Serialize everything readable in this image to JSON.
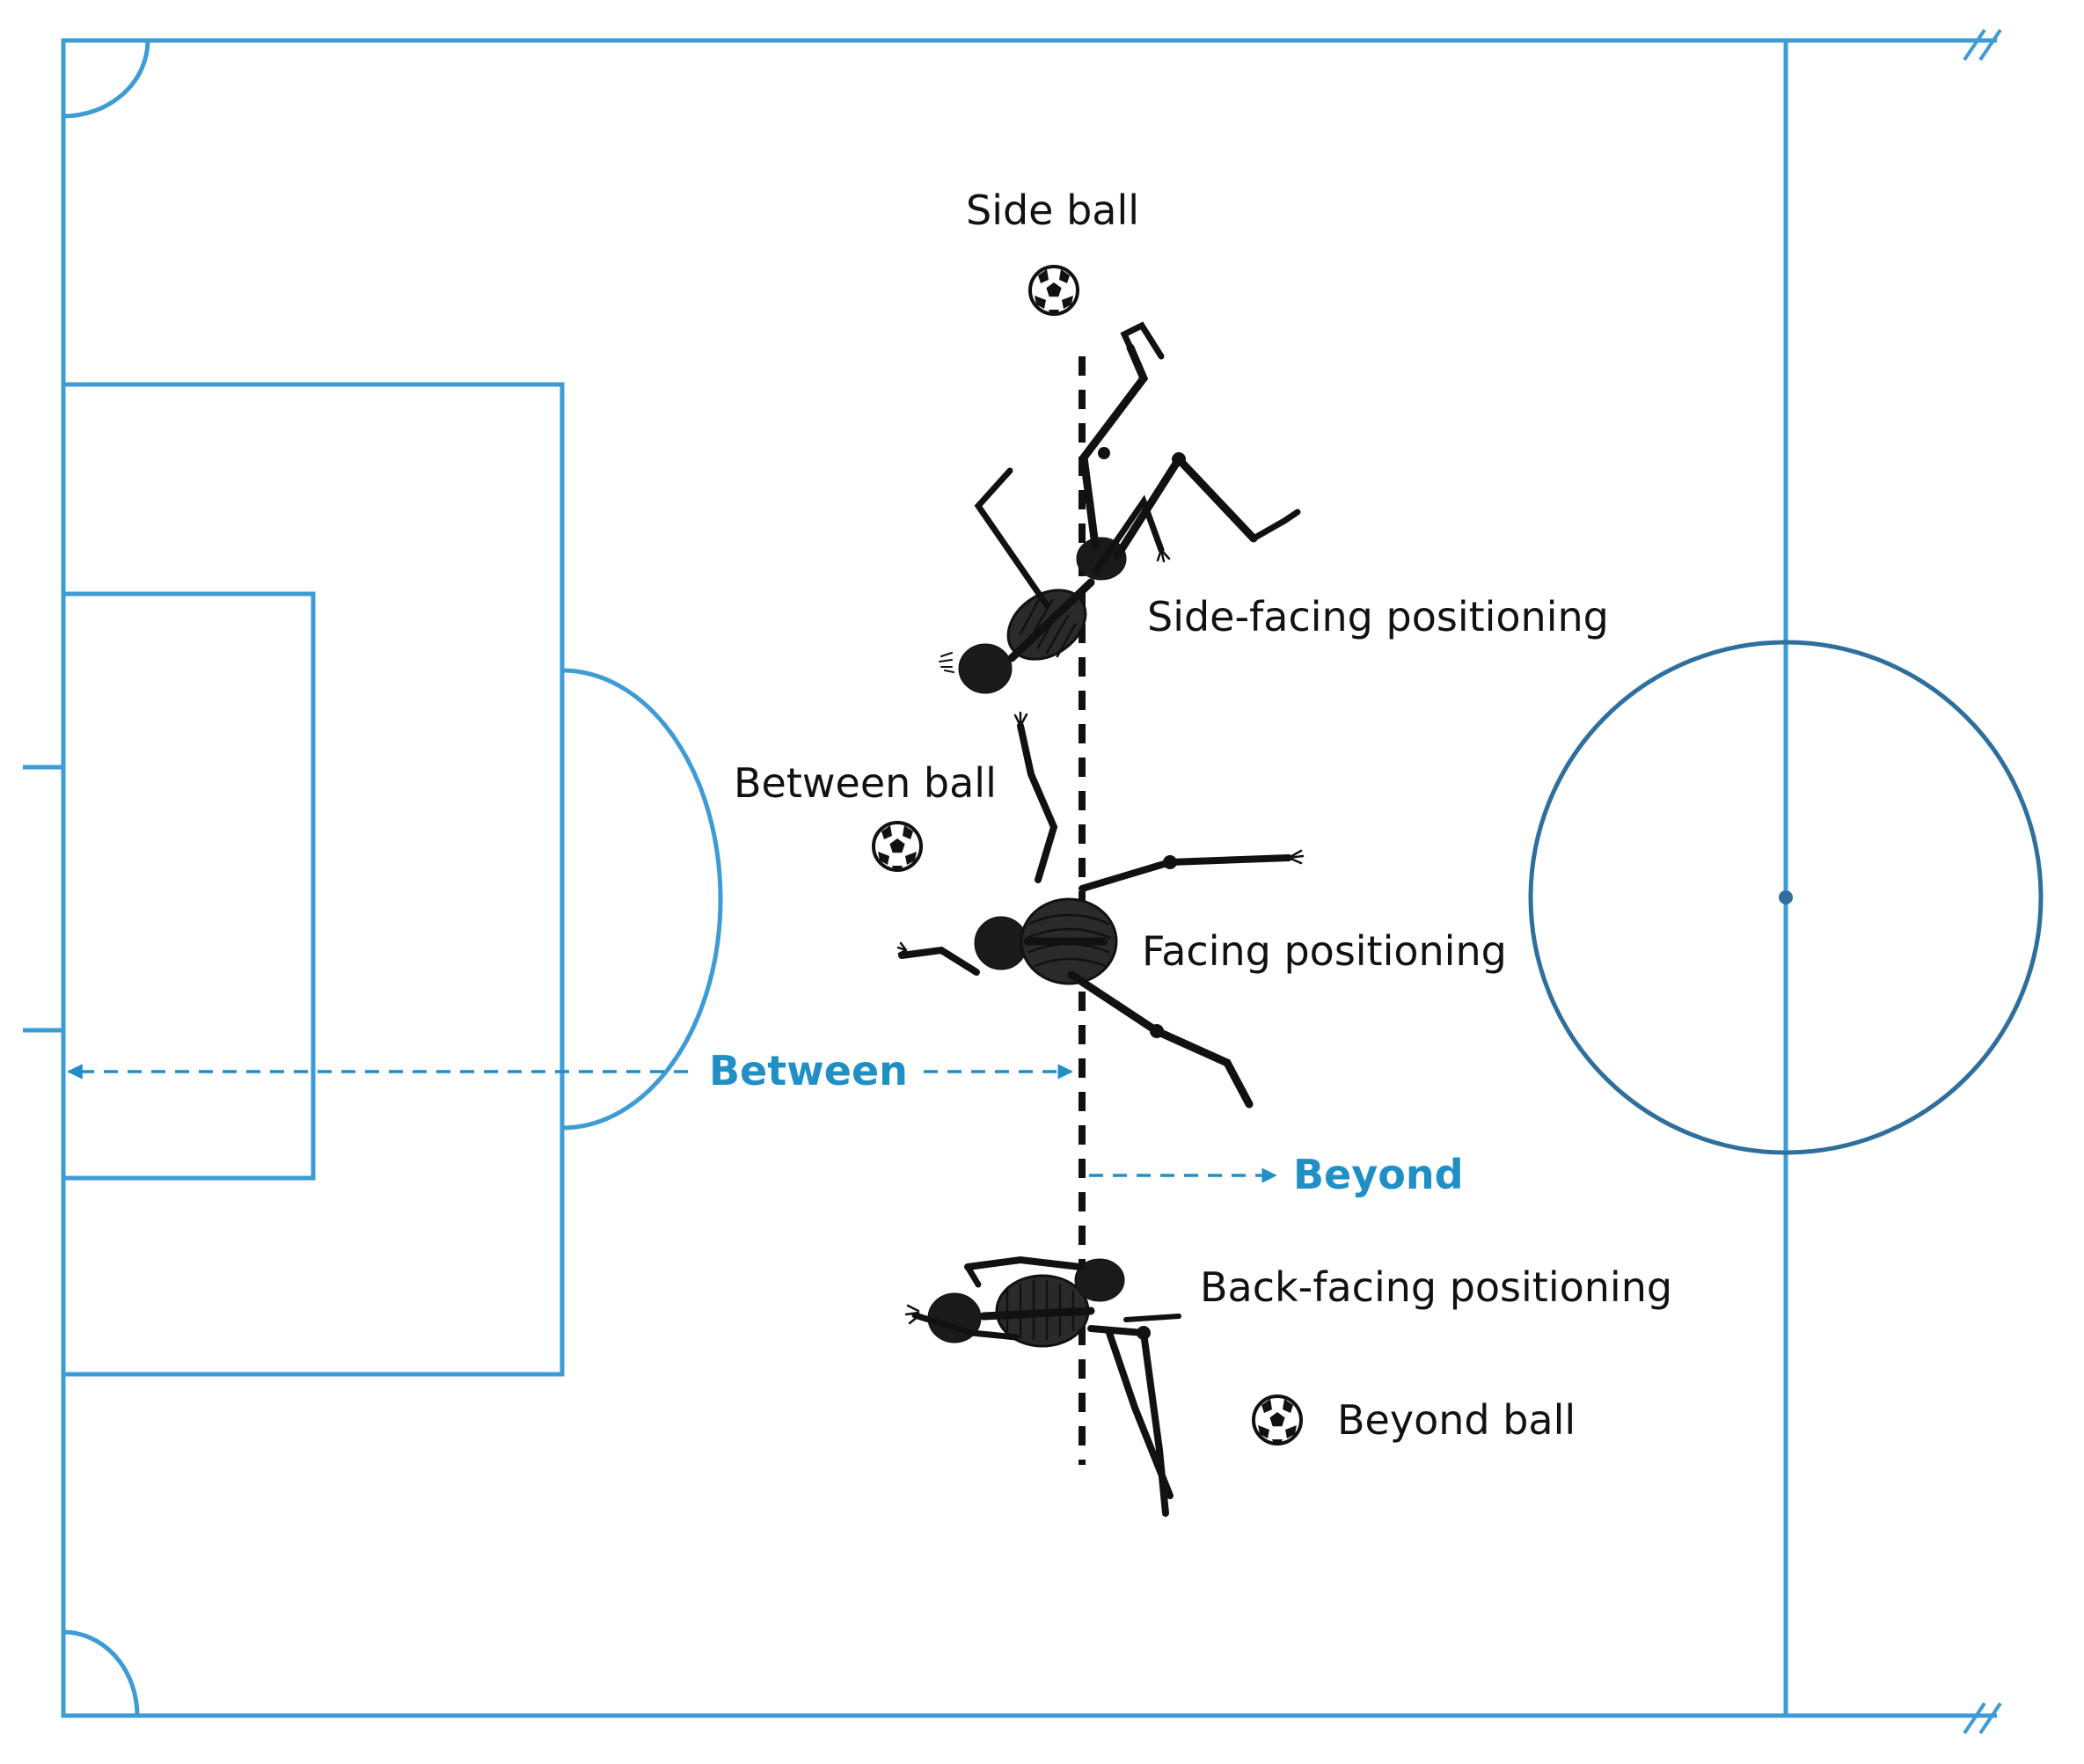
{
  "colors": {
    "pitch_lines": "#3d9bd6",
    "center_circle": "#2e6f9e",
    "arrow_blue": "#1f8fc6",
    "dark": "#111111"
  },
  "labels": {
    "side_ball": "Side ball",
    "side_facing": "Side-facing positioning",
    "between_ball": "Between ball",
    "facing": "Facing positioning",
    "between": "Between",
    "beyond": "Beyond",
    "back_facing": "Back-facing positioning",
    "beyond_ball": "Beyond ball"
  },
  "icons": {
    "ball": "soccer-ball-icon",
    "player": "skeleton-player-icon"
  }
}
